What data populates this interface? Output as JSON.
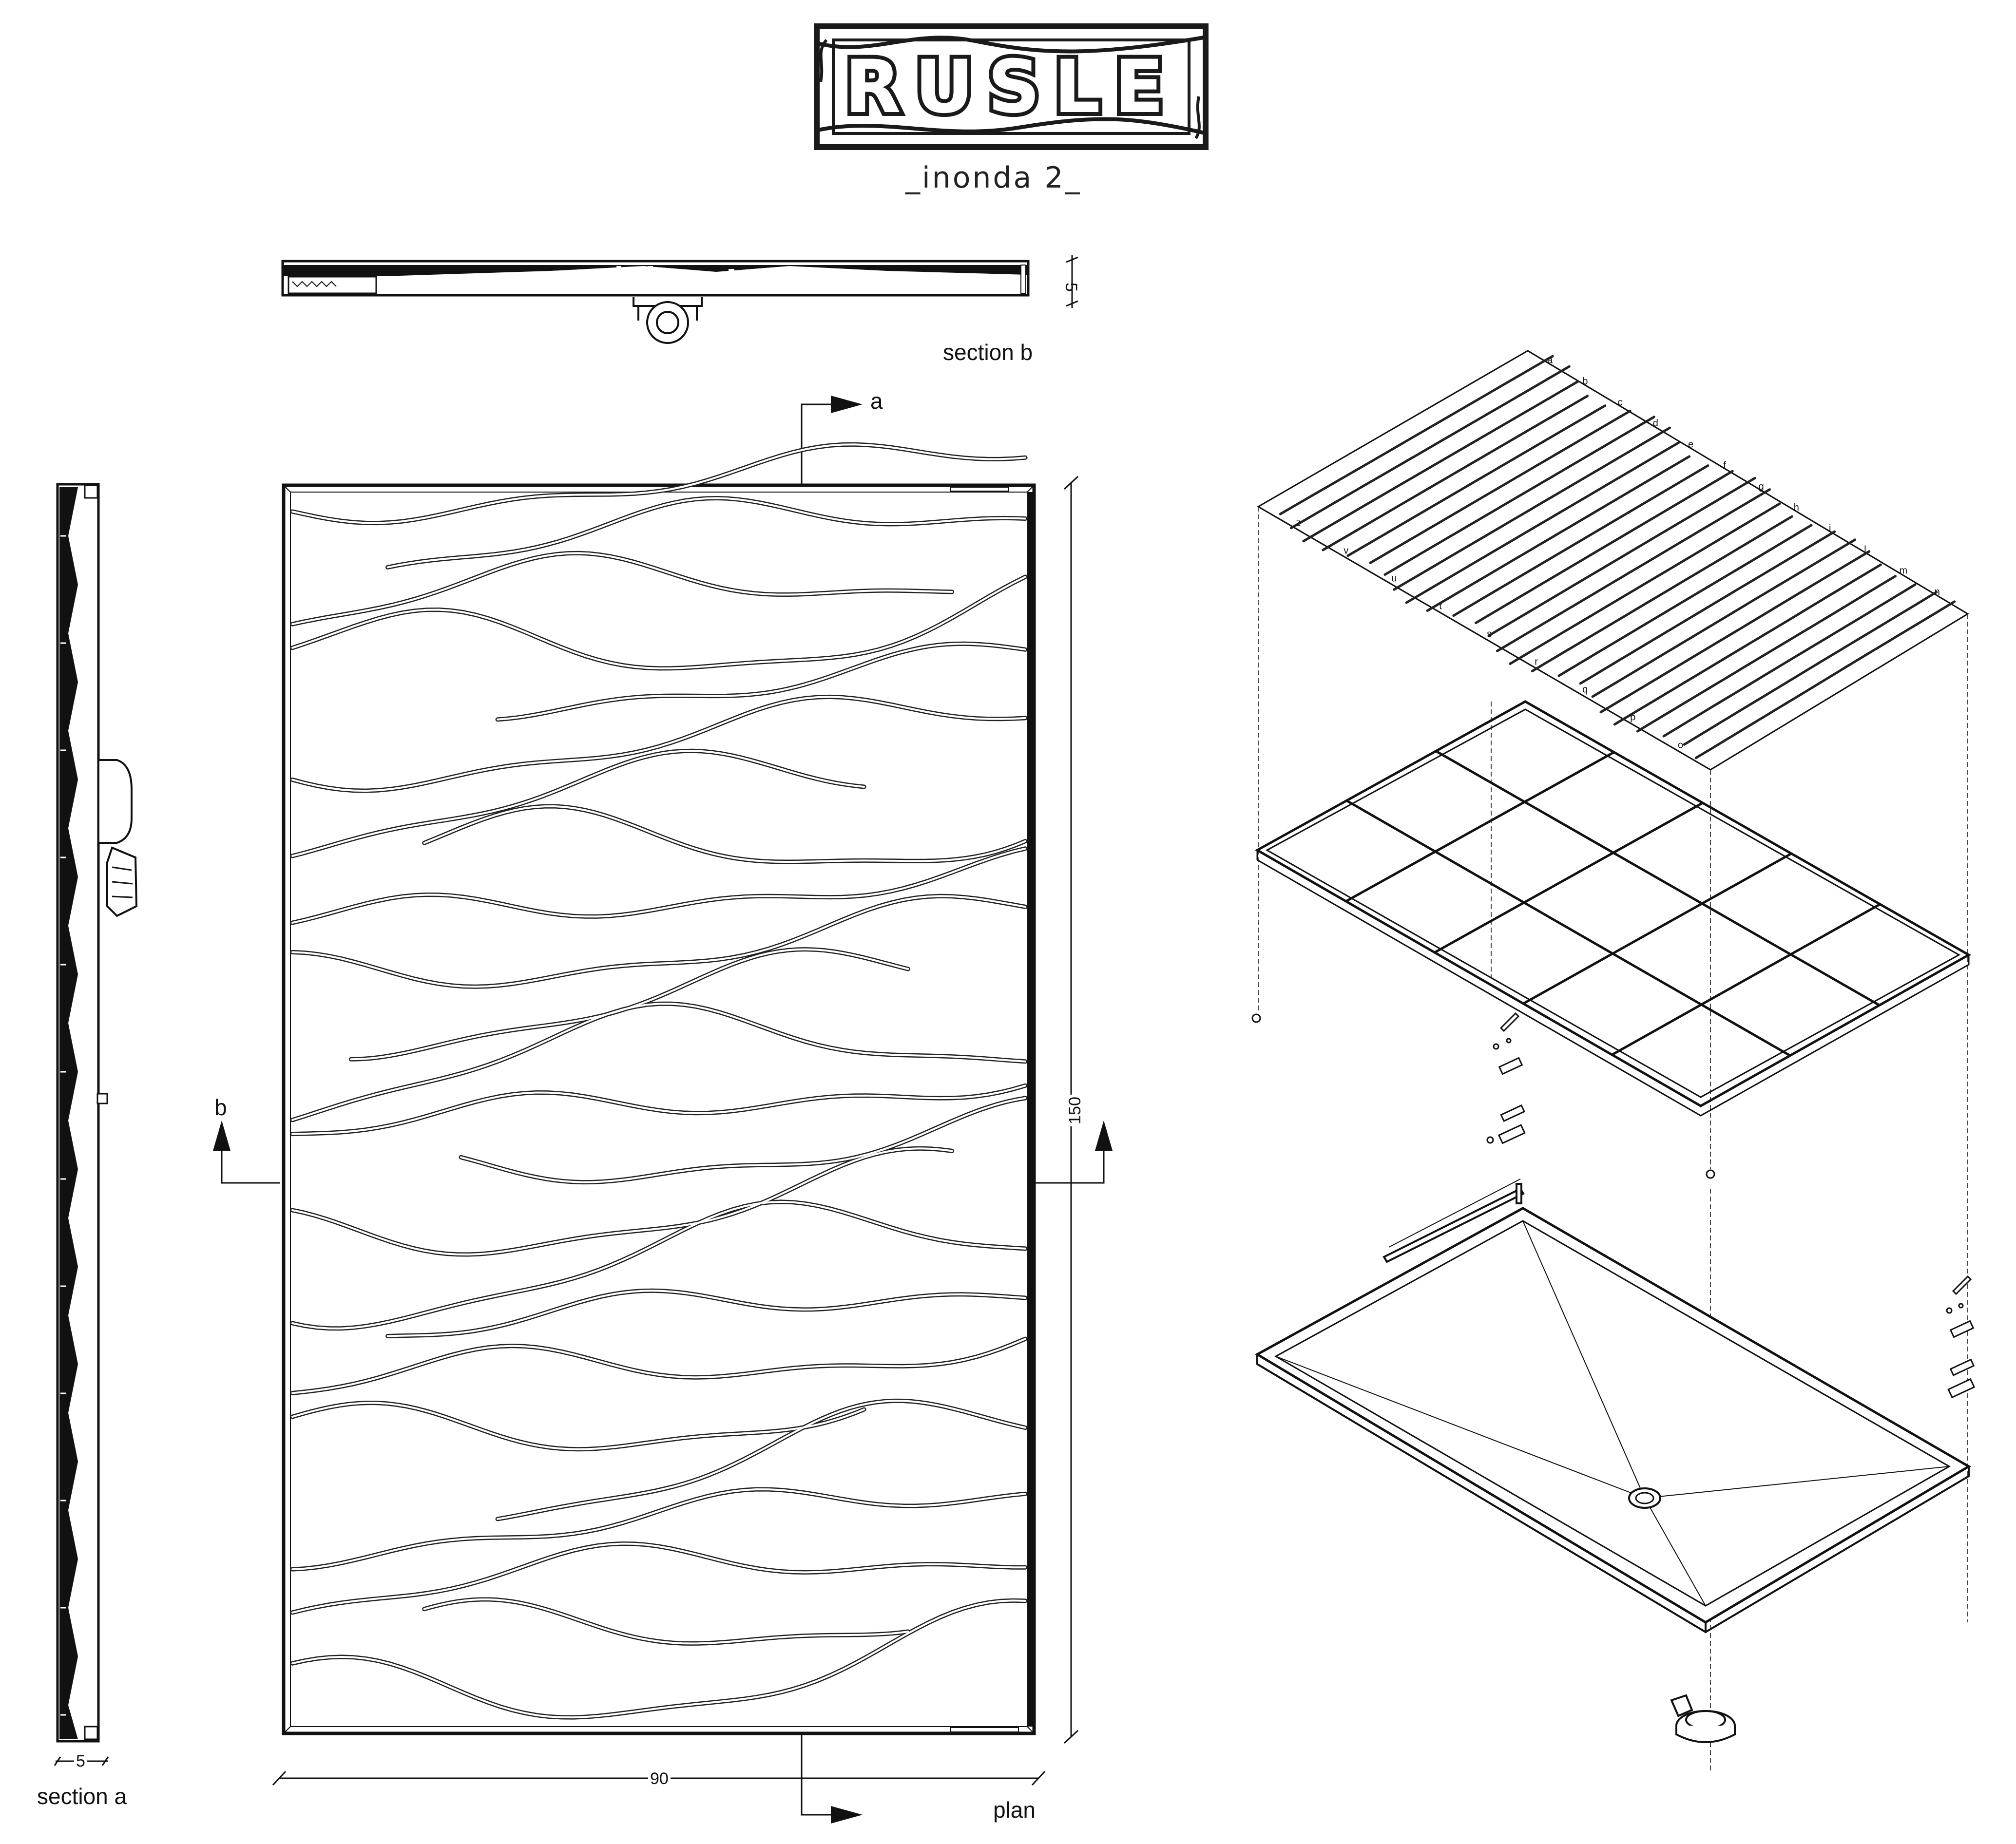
{
  "brand": {
    "logo_text": "RUSLE",
    "subtitle": "_inonda 2_"
  },
  "views": {
    "section_b": {
      "label": "section b",
      "dimension": "5"
    },
    "section_a": {
      "label": "section a",
      "dimension": "5"
    },
    "plan": {
      "label": "plan",
      "width_dim": "90",
      "height_dim": "150",
      "cut_a": "a",
      "cut_b": "b"
    }
  },
  "exploded": {
    "channel_letters": [
      "a",
      "b",
      "c",
      "d",
      "e",
      "f",
      "g",
      "h",
      "i",
      "l",
      "m",
      "n",
      "o",
      "p",
      "q",
      "r",
      "s",
      "t",
      "u",
      "v",
      "z"
    ]
  },
  "colors": {
    "ink": "#111111",
    "paper": "#ffffff"
  }
}
